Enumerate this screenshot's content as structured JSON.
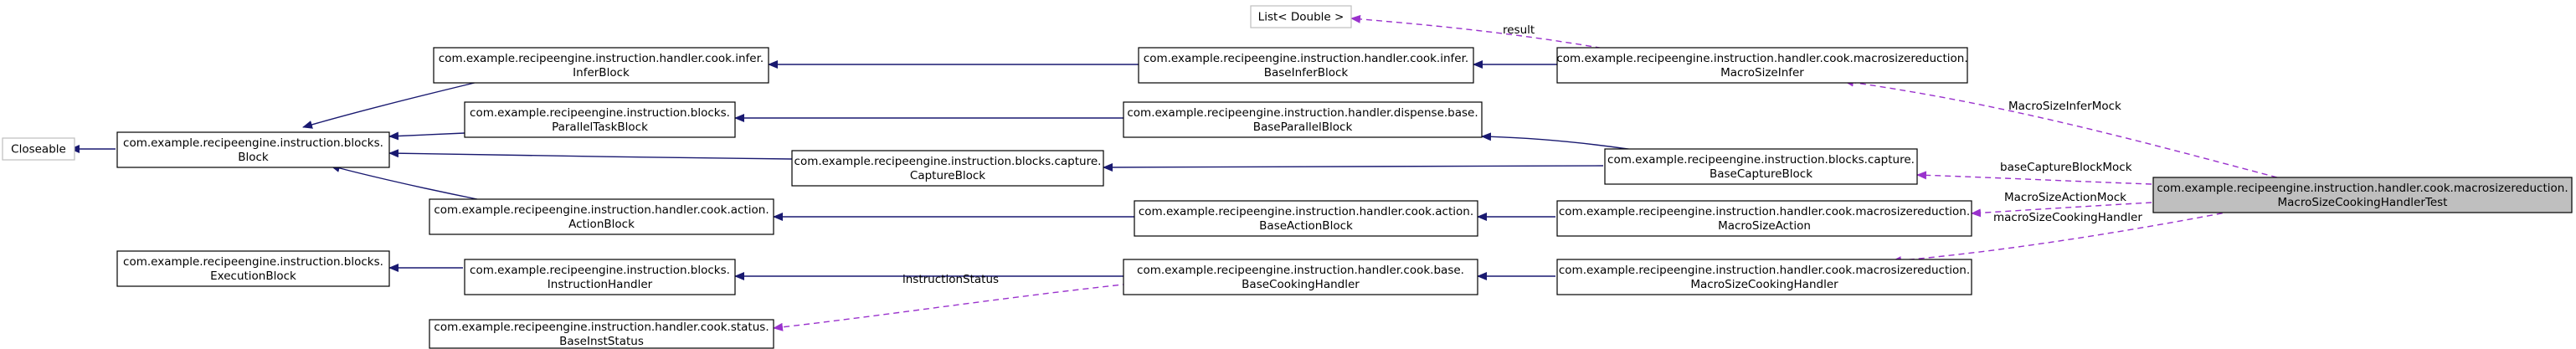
{
  "nodes": {
    "closeable": {
      "lines": [
        "Closeable"
      ]
    },
    "block": {
      "lines": [
        "com.example.recipeengine.instruction.blocks.",
        "Block"
      ]
    },
    "execution_block": {
      "lines": [
        "com.example.recipeengine.instruction.blocks.",
        "ExecutionBlock"
      ]
    },
    "infer_block": {
      "lines": [
        "com.example.recipeengine.instruction.handler.cook.infer.",
        "InferBlock"
      ]
    },
    "parallel_task_block": {
      "lines": [
        "com.example.recipeengine.instruction.blocks.",
        "ParallelTaskBlock"
      ]
    },
    "action_block": {
      "lines": [
        "com.example.recipeengine.instruction.handler.cook.action.",
        "ActionBlock"
      ]
    },
    "instruction_handler": {
      "lines": [
        "com.example.recipeengine.instruction.blocks.",
        "InstructionHandler"
      ]
    },
    "base_inst_status": {
      "lines": [
        "com.example.recipeengine.instruction.handler.cook.status.",
        "BaseInstStatus"
      ]
    },
    "capture_block": {
      "lines": [
        "com.example.recipeengine.instruction.blocks.capture.",
        "CaptureBlock"
      ]
    },
    "list_double": {
      "lines": [
        "List< Double >"
      ]
    },
    "base_infer_block": {
      "lines": [
        "com.example.recipeengine.instruction.handler.cook.infer.",
        "BaseInferBlock"
      ]
    },
    "base_parallel_block": {
      "lines": [
        "com.example.recipeengine.instruction.handler.dispense.base.",
        "BaseParallelBlock"
      ]
    },
    "base_action_block": {
      "lines": [
        "com.example.recipeengine.instruction.handler.cook.action.",
        "BaseActionBlock"
      ]
    },
    "base_cooking_handler": {
      "lines": [
        "com.example.recipeengine.instruction.handler.cook.base.",
        "BaseCookingHandler"
      ]
    },
    "macro_size_infer": {
      "lines": [
        "com.example.recipeengine.instruction.handler.cook.macrosizereduction.",
        "MacroSizeInfer"
      ]
    },
    "base_capture_block": {
      "lines": [
        "com.example.recipeengine.instruction.blocks.capture.",
        "BaseCaptureBlock"
      ]
    },
    "macro_size_action": {
      "lines": [
        "com.example.recipeengine.instruction.handler.cook.macrosizereduction.",
        "MacroSizeAction"
      ]
    },
    "macro_size_cooking_handler": {
      "lines": [
        "com.example.recipeengine.instruction.handler.cook.macrosizereduction.",
        "MacroSizeCookingHandler"
      ]
    },
    "macro_size_cooking_handler_test": {
      "lines": [
        "com.example.recipeengine.instruction.handler.cook.macrosizereduction.",
        "MacroSizeCookingHandlerTest"
      ]
    }
  },
  "edge_labels": {
    "result": "result",
    "macro_size_infer_mock": "MacroSizeInferMock",
    "base_capture_block_mock": "baseCaptureBlockMock",
    "macro_size_action_mock": "MacroSizeActionMock",
    "macro_size_cooking_handler": "macroSizeCookingHandler",
    "instruction_status": "instructionStatus"
  },
  "colors": {
    "inheritance_edge": "#191970",
    "usage_edge": "#9a32cd",
    "focus_fill": "#bfbfbf",
    "external_border": "#bfbfbf"
  }
}
